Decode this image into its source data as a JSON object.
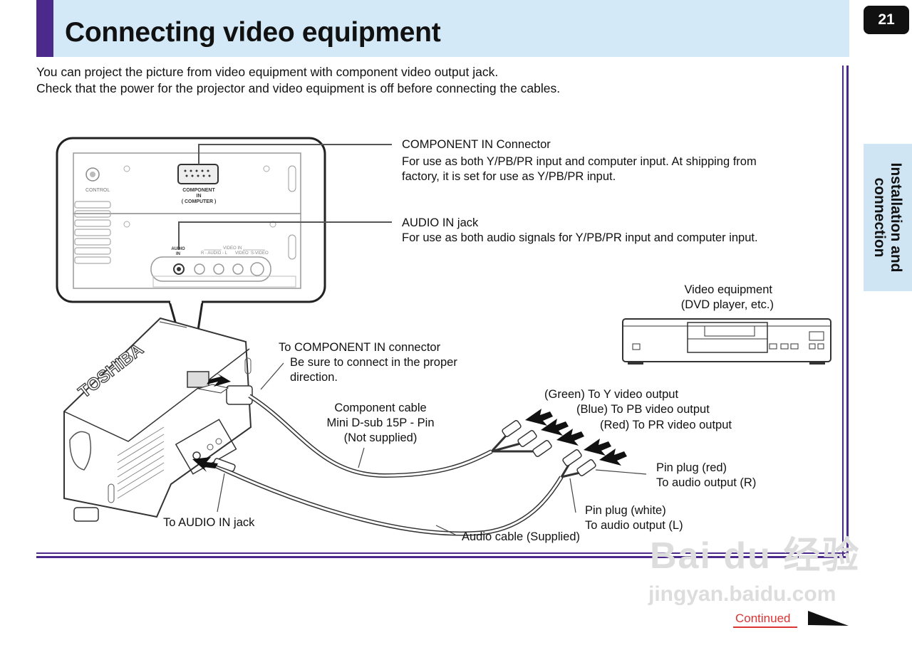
{
  "header": {
    "title": "Connecting video equipment",
    "page_number": "21",
    "side_tab": "Installation and connection",
    "accent_color": "#4b2a8c",
    "header_bg": "#d3e9f7"
  },
  "intro": {
    "line1": "You can project the picture from video equipment with component video output jack.",
    "line2": "Check that the power for the projector and video equipment is off before connecting the cables."
  },
  "panel": {
    "control": "CONTROL",
    "component_in": "COMPONENT IN",
    "component_sub": "( COMPUTER )",
    "audio_in_1": "AUDIO",
    "audio_in_2": "IN",
    "video_in": "VIDEO IN",
    "r_audio_l": "R - AUDIO - L",
    "video": "VIDEO",
    "s_video": "S-VIDEO"
  },
  "callouts": {
    "component_in_title": "COMPONENT IN Connector",
    "component_in_desc1": "For use as both Y/PB/PR input and computer input. At shipping from",
    "component_in_desc2": "factory, it is set for use as Y/PB/PR input.",
    "audio_in_title": "AUDIO IN jack",
    "audio_in_desc": "For use as both audio signals for Y/PB/PR input and computer input.",
    "video_equipment_1": "Video equipment",
    "video_equipment_2": "(DVD player, etc.)",
    "to_component_1": "To COMPONENT IN connector",
    "to_component_2": "Be sure to connect in the proper",
    "to_component_3": "direction.",
    "component_cable_1": "Component cable",
    "component_cable_2": "Mini D-sub 15P - Pin",
    "component_cable_3": "(Not supplied)",
    "green": "(Green) To Y video output",
    "blue": "(Blue) To PB video output",
    "red": "(Red) To PR video output",
    "pin_red_1": "Pin plug (red)",
    "pin_red_2": "To audio output (R)",
    "pin_white_1": "Pin plug (white)",
    "pin_white_2": "To audio output (L)",
    "to_audio_in": "To AUDIO IN jack",
    "audio_cable": "Audio cable (Supplied)",
    "projector_brand": "TOSHIBA"
  },
  "footer": {
    "continued": "Continued",
    "continued_color": "#dd3333"
  },
  "watermark": {
    "line1": "Bai du 经验",
    "line2": "jingyan.baidu.com"
  }
}
